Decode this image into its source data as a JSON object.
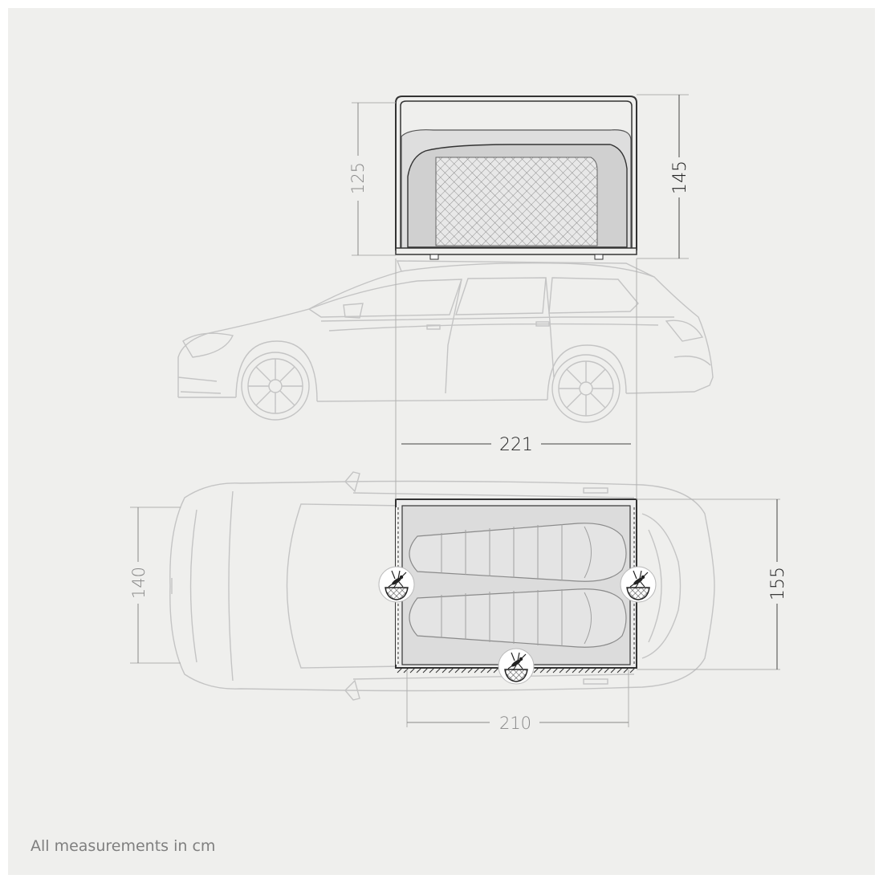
{
  "colors": {
    "background": "#efefed",
    "car_outline": "#c4c4c4",
    "tent_outline": "#333333",
    "tent_fill": "#dcdcdc",
    "light_dimension": "#888888",
    "dark_dimension": "#222222"
  },
  "dimensions": {
    "side_height_outer": "125",
    "side_height_inner": "145",
    "length_total": "221",
    "width_car": "140",
    "width_tent": "155",
    "length_inner": "210"
  },
  "icons": [
    "mosquito-net-icon",
    "mosquito-net-icon",
    "mosquito-net-icon"
  ],
  "footnote": "All measurements in cm"
}
